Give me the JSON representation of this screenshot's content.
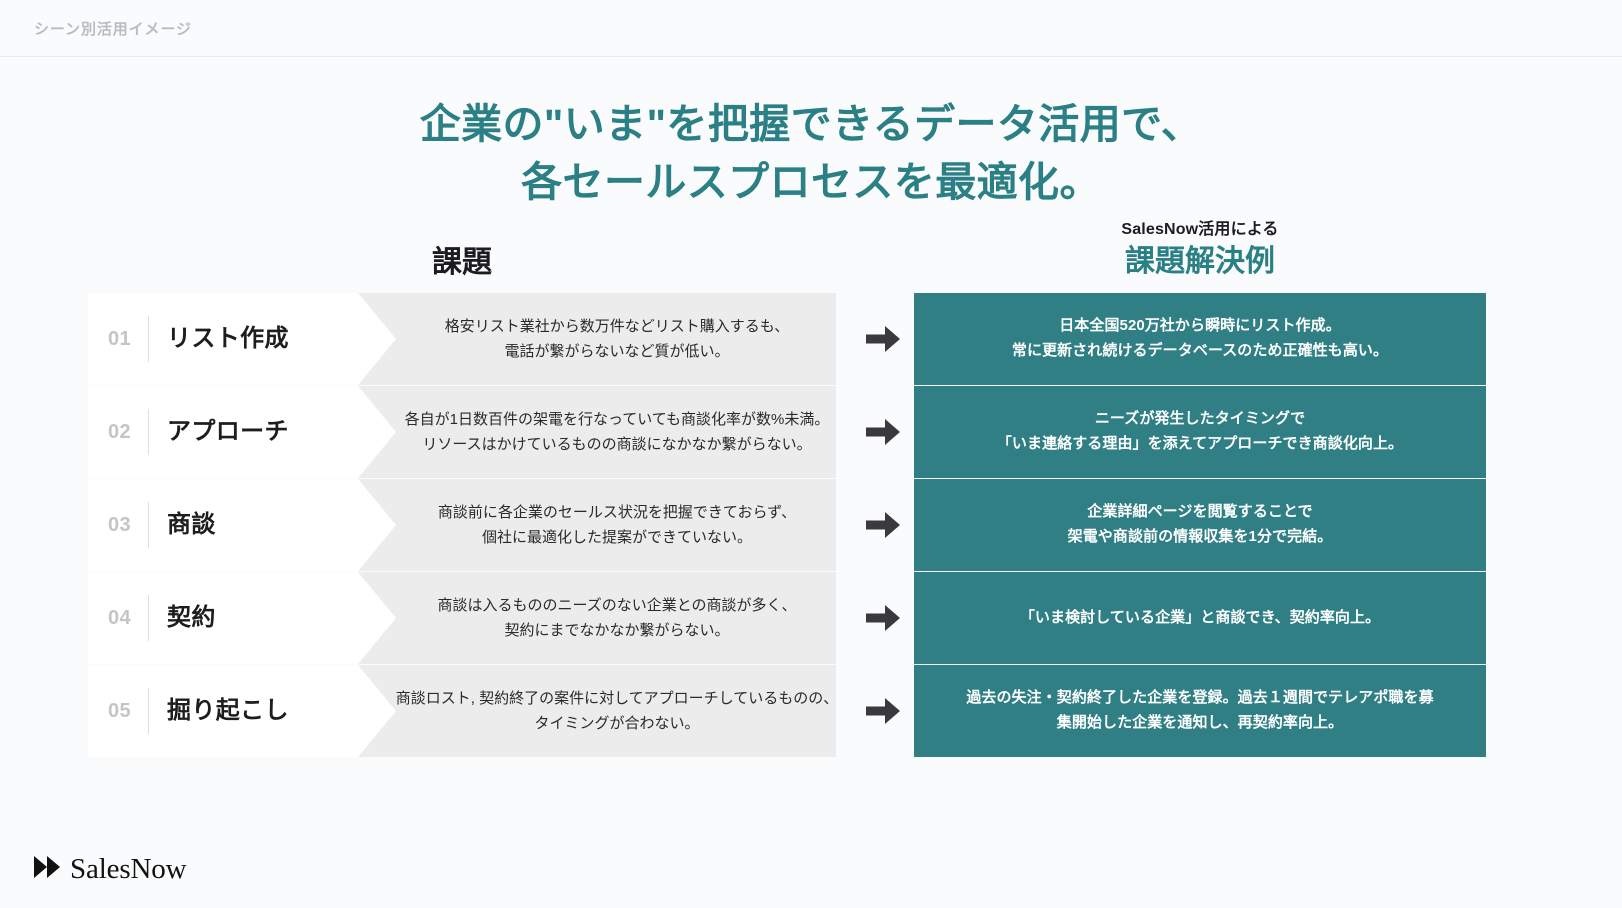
{
  "topbar": {
    "label": "シーン別活用イメージ"
  },
  "title": {
    "line1": "企業の\"いま\"を把握できるデータ活用で、",
    "line2": "各セールスプロセスを最適化。",
    "color": "#2b8085"
  },
  "columns": {
    "left": {
      "heading": "課題"
    },
    "right": {
      "sub": "SalesNow活用による",
      "heading": "課題解決例",
      "color": "#2b8085"
    }
  },
  "arrow_icon": "right-arrow-icon",
  "rows": [
    {
      "num": "01",
      "name": "リスト作成",
      "problem_line1": "格安リスト業社から数万件などリスト購入するも、",
      "problem_line2": "電話が繋がらないなど質が低い。",
      "solution_line1": "日本全国520万社から瞬時にリスト作成。",
      "solution_line2": "常に更新され続けるデータベースのため正確性も高い。"
    },
    {
      "num": "02",
      "name": "アプローチ",
      "problem_line1": "各自が1日数百件の架電を行なっていても商談化率が数%未満。",
      "problem_line2": "リソースはかけているものの商談になかなか繋がらない。",
      "solution_line1": "ニーズが発生したタイミングで",
      "solution_line2": "「いま連絡する理由」を添えてアプローチでき商談化向上。"
    },
    {
      "num": "03",
      "name": "商談",
      "problem_line1": "商談前に各企業のセールス状況を把握できておらず、",
      "problem_line2": "個社に最適化した提案ができていない。",
      "solution_line1": "企業詳細ページを閲覧することで",
      "solution_line2": "架電や商談前の情報収集を1分で完結。"
    },
    {
      "num": "04",
      "name": "契約",
      "problem_line1": "商談は入るもののニーズのない企業との商談が多く、",
      "problem_line2": "契約にまでなかなか繋がらない。",
      "solution_line1": "「いま検討している企業」と商談でき、契約率向上。",
      "solution_line2": ""
    },
    {
      "num": "05",
      "name": "掘り起こし",
      "problem_line1": "商談ロスト, 契約終了の案件に対してアプローチしているものの、",
      "problem_line2": "タイミングが合わない。",
      "solution_line1": "過去の失注・契約終了した企業を登録。過去１週間でテレアポ職を募",
      "solution_line2": "集開始した企業を通知し、再契約率向上。"
    }
  ],
  "footer": {
    "logo_text": "SalesNow",
    "logo_mark": "double-chevron-icon"
  },
  "theme": {
    "teal": "#2f7f84",
    "card_gray": "#ececec",
    "page_bg": "#fafbfc",
    "arrow_gray": "#3a3a3c"
  }
}
